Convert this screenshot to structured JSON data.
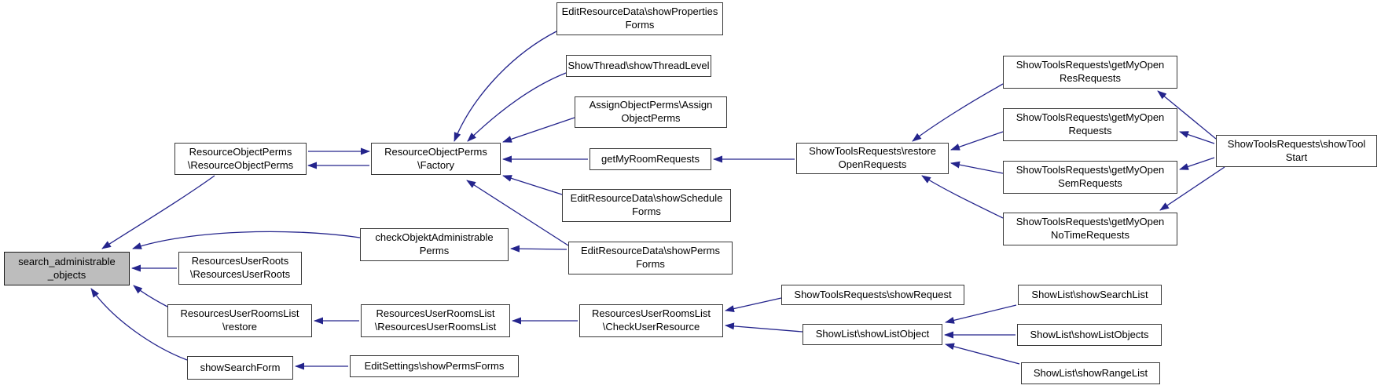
{
  "diagram": {
    "type": "call-graph",
    "focused_function": "search_administrable_objects",
    "colors": {
      "edge": "#24248c",
      "node_border": "#383838",
      "node_fill": "#ffffff",
      "focus_fill": "#bdbdbd",
      "background": "#ffffff"
    },
    "nodes": [
      {
        "id": "search_administrable_objects",
        "label": "search_administrable\n_objects",
        "focused": true
      },
      {
        "id": "ResourceObjectPerms\\ResourceObjectPerms",
        "label": "ResourceObjectPerms\n\\ResourceObjectPerms",
        "focused": false
      },
      {
        "id": "ResourceObjectPerms\\Factory",
        "label": "ResourceObjectPerms\n\\Factory",
        "focused": false
      },
      {
        "id": "EditResourceData\\showPropertiesForms",
        "label": "EditResourceData\\showProperties\nForms",
        "focused": false
      },
      {
        "id": "ShowThread\\showThreadLevel",
        "label": "ShowThread\\showThreadLevel",
        "focused": false
      },
      {
        "id": "AssignObjectPerms\\AssignObjectPerms",
        "label": "AssignObjectPerms\\Assign\nObjectPerms",
        "focused": false
      },
      {
        "id": "getMyRoomRequests",
        "label": "getMyRoomRequests",
        "focused": false
      },
      {
        "id": "EditResourceData\\showScheduleForms",
        "label": "EditResourceData\\showSchedule\nForms",
        "focused": false
      },
      {
        "id": "checkObjektAdministrablePerms",
        "label": "checkObjektAdministrable\nPerms",
        "focused": false
      },
      {
        "id": "EditResourceData\\showPermsForms",
        "label": "EditResourceData\\showPerms\nForms",
        "focused": false
      },
      {
        "id": "ShowToolsRequests\\restoreOpenRequests",
        "label": "ShowToolsRequests\\restore\nOpenRequests",
        "focused": false
      },
      {
        "id": "ShowToolsRequests\\getMyOpenResRequests",
        "label": "ShowToolsRequests\\getMyOpen\nResRequests",
        "focused": false
      },
      {
        "id": "ShowToolsRequests\\getMyOpenRequests",
        "label": "ShowToolsRequests\\getMyOpen\nRequests",
        "focused": false
      },
      {
        "id": "ShowToolsRequests\\getMyOpenSemRequests",
        "label": "ShowToolsRequests\\getMyOpen\nSemRequests",
        "focused": false
      },
      {
        "id": "ShowToolsRequests\\getMyOpenNoTimeRequests",
        "label": "ShowToolsRequests\\getMyOpen\nNoTimeRequests",
        "focused": false
      },
      {
        "id": "ShowToolsRequests\\showToolStart",
        "label": "ShowToolsRequests\\showTool\nStart",
        "focused": false
      },
      {
        "id": "ResourcesUserRoots\\ResourcesUserRoots",
        "label": "ResourcesUserRoots\n\\ResourcesUserRoots",
        "focused": false
      },
      {
        "id": "ResourcesUserRoomsList\\restore",
        "label": "ResourcesUserRoomsList\n\\restore",
        "focused": false
      },
      {
        "id": "ResourcesUserRoomsList\\ResourcesUserRoomsList",
        "label": "ResourcesUserRoomsList\n\\ResourcesUserRoomsList",
        "focused": false
      },
      {
        "id": "ResourcesUserRoomsList\\CheckUserResource",
        "label": "ResourcesUserRoomsList\n\\CheckUserResource",
        "focused": false
      },
      {
        "id": "ShowToolsRequests\\showRequest",
        "label": "ShowToolsRequests\\showRequest",
        "focused": false
      },
      {
        "id": "ShowList\\showListObject",
        "label": "ShowList\\showListObject",
        "focused": false
      },
      {
        "id": "ShowList\\showSearchList",
        "label": "ShowList\\showSearchList",
        "focused": false
      },
      {
        "id": "ShowList\\showListObjects",
        "label": "ShowList\\showListObjects",
        "focused": false
      },
      {
        "id": "ShowList\\showRangeList",
        "label": "ShowList\\showRangeList",
        "focused": false
      },
      {
        "id": "showSearchForm",
        "label": "showSearchForm",
        "focused": false
      },
      {
        "id": "EditSettings\\showPermsForms",
        "label": "EditSettings\\showPermsForms",
        "focused": false
      }
    ],
    "edges": [
      {
        "from": "ResourceObjectPerms\\ResourceObjectPerms",
        "to": "search_administrable_objects"
      },
      {
        "from": "checkObjektAdministrablePerms",
        "to": "search_administrable_objects"
      },
      {
        "from": "ResourcesUserRoots\\ResourcesUserRoots",
        "to": "search_administrable_objects"
      },
      {
        "from": "ResourcesUserRoomsList\\restore",
        "to": "search_administrable_objects"
      },
      {
        "from": "showSearchForm",
        "to": "search_administrable_objects"
      },
      {
        "from": "ResourceObjectPerms\\ResourceObjectPerms",
        "to": "ResourceObjectPerms\\Factory"
      },
      {
        "from": "ResourceObjectPerms\\Factory",
        "to": "ResourceObjectPerms\\ResourceObjectPerms"
      },
      {
        "from": "EditResourceData\\showPropertiesForms",
        "to": "ResourceObjectPerms\\Factory"
      },
      {
        "from": "ShowThread\\showThreadLevel",
        "to": "ResourceObjectPerms\\Factory"
      },
      {
        "from": "AssignObjectPerms\\AssignObjectPerms",
        "to": "ResourceObjectPerms\\Factory"
      },
      {
        "from": "getMyRoomRequests",
        "to": "ResourceObjectPerms\\Factory"
      },
      {
        "from": "EditResourceData\\showScheduleForms",
        "to": "ResourceObjectPerms\\Factory"
      },
      {
        "from": "EditResourceData\\showPermsForms",
        "to": "ResourceObjectPerms\\Factory"
      },
      {
        "from": "ShowToolsRequests\\restoreOpenRequests",
        "to": "getMyRoomRequests"
      },
      {
        "from": "ShowToolsRequests\\getMyOpenResRequests",
        "to": "ShowToolsRequests\\restoreOpenRequests"
      },
      {
        "from": "ShowToolsRequests\\getMyOpenRequests",
        "to": "ShowToolsRequests\\restoreOpenRequests"
      },
      {
        "from": "ShowToolsRequests\\getMyOpenSemRequests",
        "to": "ShowToolsRequests\\restoreOpenRequests"
      },
      {
        "from": "ShowToolsRequests\\getMyOpenNoTimeRequests",
        "to": "ShowToolsRequests\\restoreOpenRequests"
      },
      {
        "from": "ShowToolsRequests\\showToolStart",
        "to": "ShowToolsRequests\\getMyOpenResRequests"
      },
      {
        "from": "ShowToolsRequests\\showToolStart",
        "to": "ShowToolsRequests\\getMyOpenRequests"
      },
      {
        "from": "ShowToolsRequests\\showToolStart",
        "to": "ShowToolsRequests\\getMyOpenSemRequests"
      },
      {
        "from": "ShowToolsRequests\\showToolStart",
        "to": "ShowToolsRequests\\getMyOpenNoTimeRequests"
      },
      {
        "from": "EditResourceData\\showPermsForms",
        "to": "checkObjektAdministrablePerms"
      },
      {
        "from": "ResourcesUserRoomsList\\ResourcesUserRoomsList",
        "to": "ResourcesUserRoomsList\\restore"
      },
      {
        "from": "ResourcesUserRoomsList\\CheckUserResource",
        "to": "ResourcesUserRoomsList\\ResourcesUserRoomsList"
      },
      {
        "from": "ShowToolsRequests\\showRequest",
        "to": "ResourcesUserRoomsList\\CheckUserResource"
      },
      {
        "from": "ShowList\\showListObject",
        "to": "ResourcesUserRoomsList\\CheckUserResource"
      },
      {
        "from": "ShowList\\showSearchList",
        "to": "ShowList\\showListObject"
      },
      {
        "from": "ShowList\\showListObjects",
        "to": "ShowList\\showListObject"
      },
      {
        "from": "ShowList\\showRangeList",
        "to": "ShowList\\showListObject"
      },
      {
        "from": "EditSettings\\showPermsForms",
        "to": "showSearchForm"
      }
    ]
  }
}
